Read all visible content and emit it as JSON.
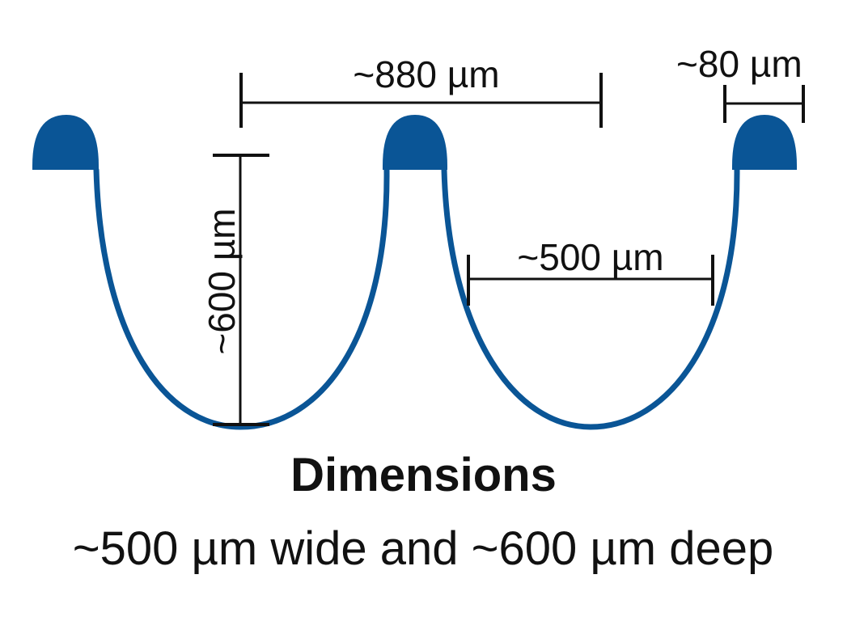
{
  "diagram": {
    "labels": {
      "pitch": "~880 µm",
      "wall": "~80 µm",
      "depth": "~600 µm",
      "width": "~500 µm"
    },
    "caption": {
      "title": "Dimensions",
      "body": "~500 µm wide and ~600 µm deep"
    },
    "colors": {
      "profile": "#0a5596",
      "text": "#111111",
      "background": "#ffffff"
    }
  }
}
